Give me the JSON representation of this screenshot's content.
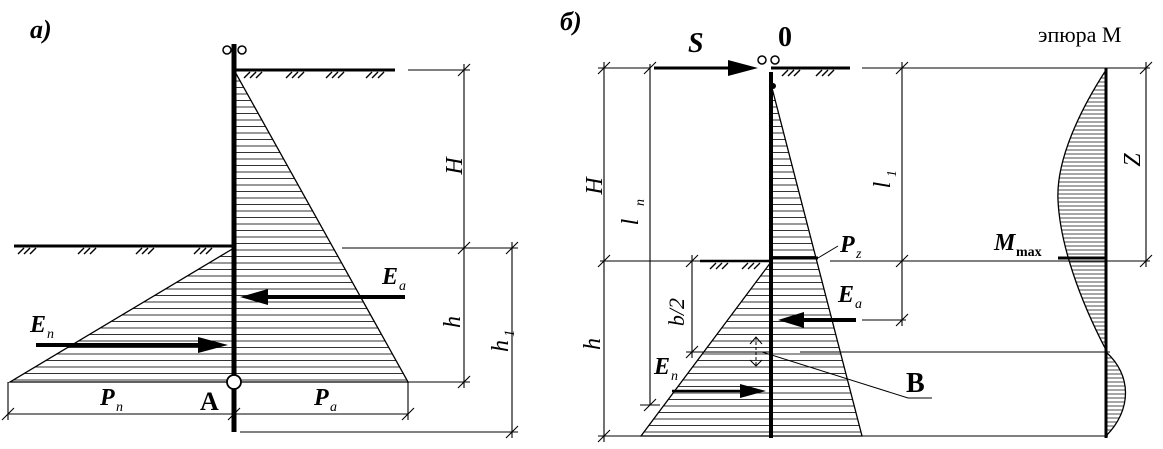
{
  "panel_a": {
    "label": "а)",
    "H": "H",
    "h": "h",
    "h1": "h",
    "h1_sub": "1",
    "Ea": "E",
    "Ea_sub": "a",
    "En": "E",
    "En_sub": "n",
    "Pn": "P",
    "Pn_sub": "n",
    "Pa": "P",
    "Pa_sub": "a",
    "A": "A"
  },
  "panel_b": {
    "label": "б)",
    "S": "S",
    "zero": "0",
    "moment_title": "эпюра М",
    "H": "H",
    "h": "h",
    "ln": "l",
    "ln_sub": "n",
    "l1": "l",
    "l1_sub": "1",
    "b2": "b/2",
    "Pz": "P",
    "Pz_sub": "z",
    "Ea": "E",
    "Ea_sub": "a",
    "En": "E",
    "En_sub": "n",
    "B": "B",
    "Mmax": "M",
    "Mmax_sub": "max",
    "Z": "Z"
  }
}
